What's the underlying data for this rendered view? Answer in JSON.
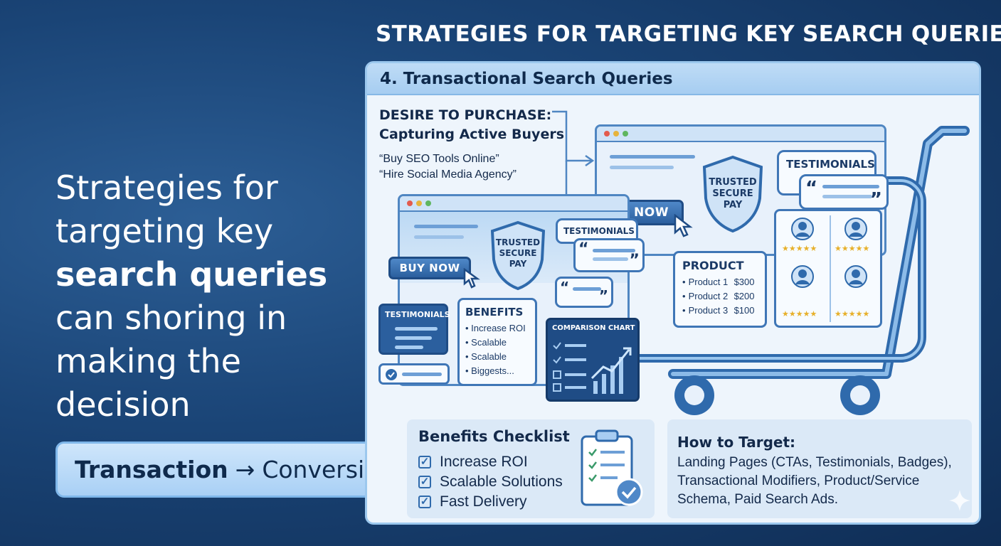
{
  "header": {
    "title": "STRATEGIES FOR TARGETING KEY SEARCH QUERIES"
  },
  "left": {
    "line1": "Strategies for",
    "line2": "targeting key",
    "line3": "search queries",
    "line4": "can shoring in",
    "line5": "making the",
    "line6": "decision",
    "pill_bold": "Transaction",
    "pill_arrow": "→",
    "pill_rest": "Conversion"
  },
  "panel": {
    "title": "4. Transactional Search Queries",
    "desire_line1": "DESIRE TO PURCHASE:",
    "desire_line2": "Capturing Active Buyers",
    "quote1": "“Buy SEO Tools Online”",
    "quote2": "“Hire Social Media Agency”",
    "buy_now": "BUY NOW",
    "trusted_line1": "TRUSTED",
    "trusted_line2": "SECURE",
    "trusted_line3": "PAY",
    "testimonials": "TESTIMONIALS",
    "benefits": {
      "title": "BENEFITS",
      "items": [
        "Increase ROI",
        "Scalable",
        "Scalable",
        "Biggests..."
      ]
    },
    "comparison_chart": "COMPARISON CHART",
    "product": {
      "title": "PRODUCT",
      "items": [
        {
          "name": "Product 1",
          "price": "$300"
        },
        {
          "name": "Product 2",
          "price": "$200"
        },
        {
          "name": "Product 3",
          "price": "$100"
        }
      ]
    },
    "checklist": {
      "title": "Benefits Checklist",
      "items": [
        "Increase ROI",
        "Scalable Solutions",
        "Fast Delivery"
      ]
    },
    "how": {
      "title": "How to Target:",
      "line1": "Landing Pages (CTAs, Testimonials, Badges),",
      "line2": "Transactional Modifiers, Product/Service",
      "line3": "Schema, Paid Search Ads."
    }
  },
  "colors": {
    "accent": "#2b5f9e",
    "star": "#e7b02a",
    "background": "#1a4476"
  }
}
